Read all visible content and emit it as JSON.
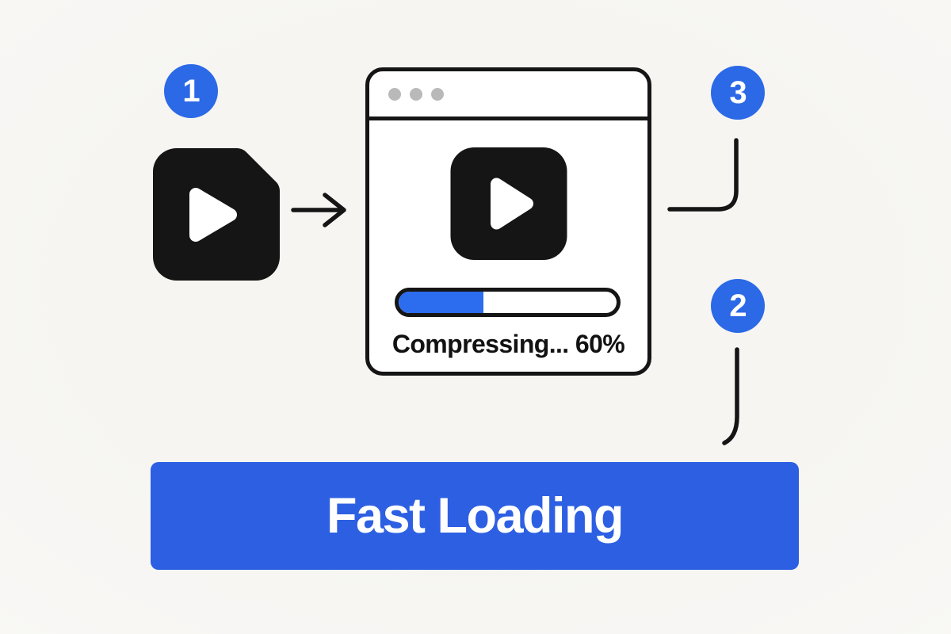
{
  "colors": {
    "accent_blue": "#2b69e6",
    "progress_fill_blue": "#2c6cee",
    "button_blue": "#2d5fe2",
    "ink_black": "#151515",
    "background": "#f6f5f2",
    "window_dot_gray": "#b9b9b9"
  },
  "steps": [
    {
      "number": "1"
    },
    {
      "number": "2"
    },
    {
      "number": "3"
    }
  ],
  "icons": {
    "source_file": "video-file-icon",
    "arrow": "right-arrow-icon",
    "window_dots": "window-control-dot-icon",
    "player": "video-play-icon"
  },
  "window": {
    "progress": {
      "label": "Compressing... 60%",
      "percent_text": "60%",
      "fill_style": "width:39%"
    }
  },
  "button": {
    "label": "Fast Loading"
  }
}
